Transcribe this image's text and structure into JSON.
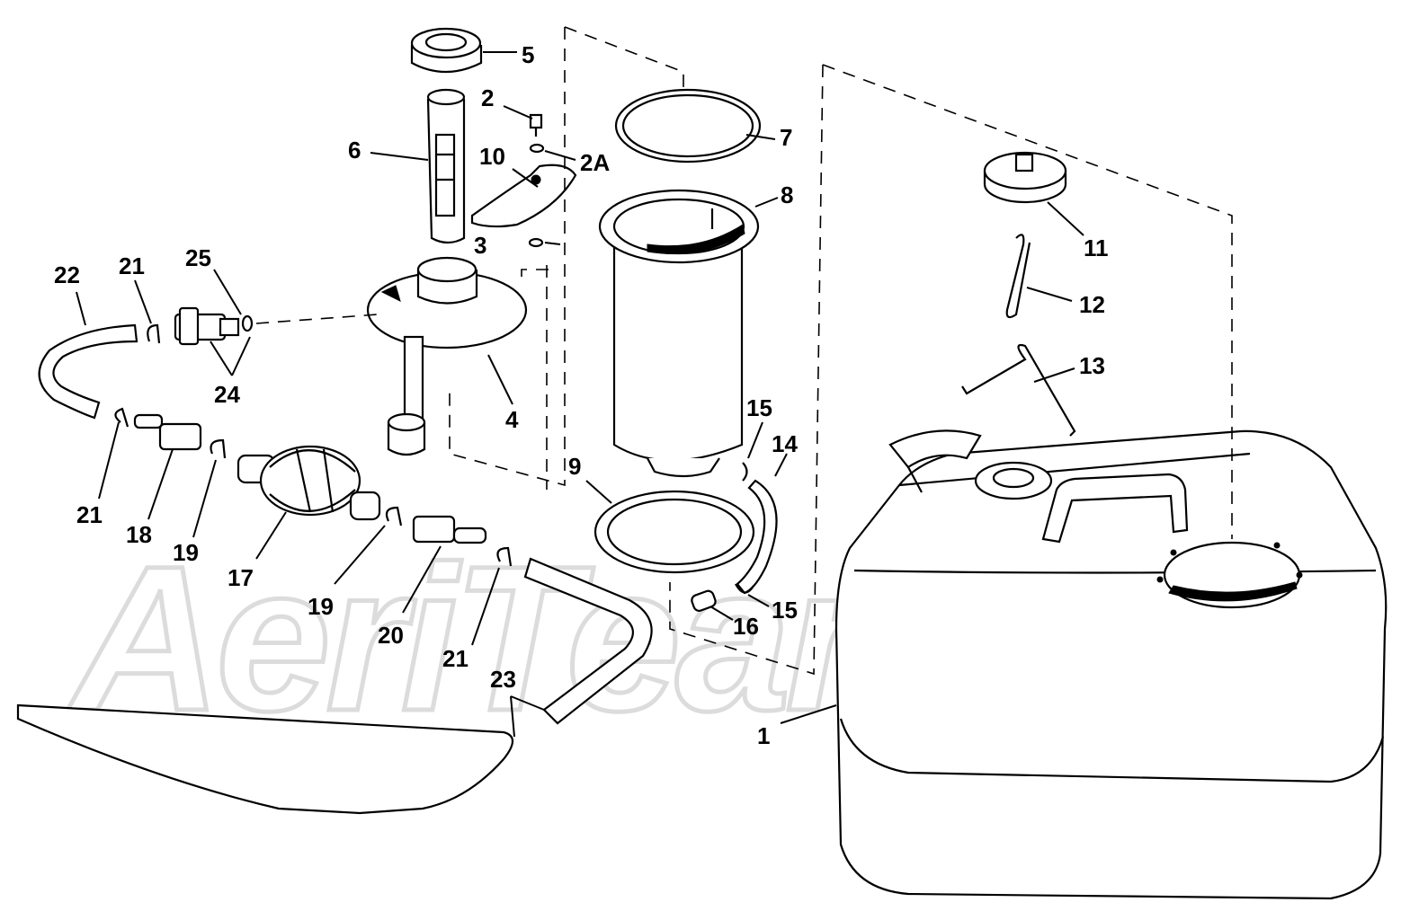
{
  "watermark": "AeriTeamo",
  "colors": {
    "line": "#000000",
    "background": "#ffffff",
    "watermark": "#dcdcdc"
  },
  "callouts": [
    {
      "id": "c1",
      "label": "1"
    },
    {
      "id": "c2",
      "label": "2"
    },
    {
      "id": "c2a",
      "label": "2A"
    },
    {
      "id": "c3",
      "label": "3"
    },
    {
      "id": "c4",
      "label": "4"
    },
    {
      "id": "c5",
      "label": "5"
    },
    {
      "id": "c6",
      "label": "6"
    },
    {
      "id": "c7",
      "label": "7"
    },
    {
      "id": "c8",
      "label": "8"
    },
    {
      "id": "c9",
      "label": "9"
    },
    {
      "id": "c10",
      "label": "10"
    },
    {
      "id": "c11",
      "label": "11"
    },
    {
      "id": "c12",
      "label": "12"
    },
    {
      "id": "c13",
      "label": "13"
    },
    {
      "id": "c14",
      "label": "14"
    },
    {
      "id": "c15a",
      "label": "15"
    },
    {
      "id": "c15b",
      "label": "15"
    },
    {
      "id": "c16",
      "label": "16"
    },
    {
      "id": "c17",
      "label": "17"
    },
    {
      "id": "c18",
      "label": "18"
    },
    {
      "id": "c19a",
      "label": "19"
    },
    {
      "id": "c19b",
      "label": "19"
    },
    {
      "id": "c20",
      "label": "20"
    },
    {
      "id": "c21a",
      "label": "21"
    },
    {
      "id": "c21b",
      "label": "21"
    },
    {
      "id": "c21c",
      "label": "21"
    },
    {
      "id": "c22",
      "label": "22"
    },
    {
      "id": "c23",
      "label": "23"
    },
    {
      "id": "c24",
      "label": "24"
    },
    {
      "id": "c25",
      "label": "25"
    }
  ]
}
